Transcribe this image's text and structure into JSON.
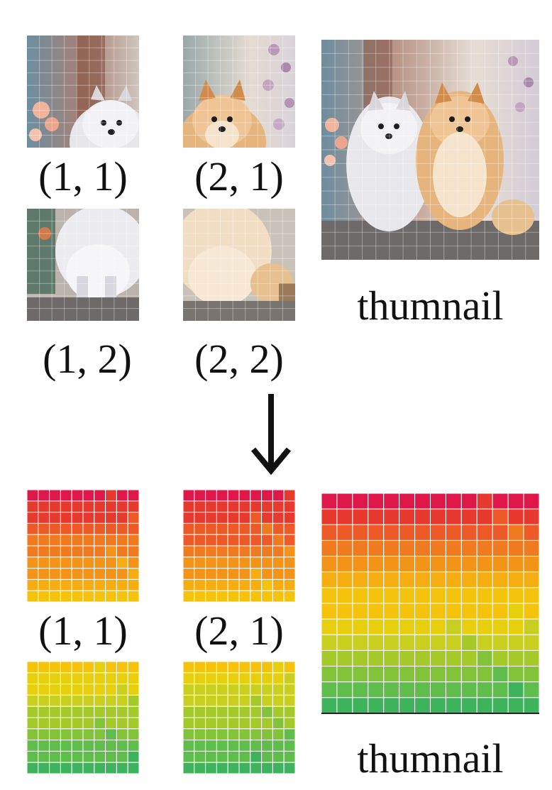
{
  "top": {
    "labels": {
      "tile_1_1": "(1, 1)",
      "tile_2_1": "(2, 1)",
      "tile_1_2": "(1, 2)",
      "tile_2_2": "(2, 2)",
      "thumbnail": "thumnail"
    }
  },
  "bottom": {
    "labels": {
      "tile_1_1": "(1, 1)",
      "tile_2_1": "(2, 1)",
      "thumbnail": "thumnail"
    }
  },
  "colors": {
    "heat_scale": [
      "#e0184a",
      "#e8392f",
      "#ee5a27",
      "#f07a1f",
      "#f39318",
      "#f5ad12",
      "#f5c30c",
      "#e8cf0d",
      "#c9cf1e",
      "#a6c92a",
      "#82c33a",
      "#5fbd4b",
      "#3db45c"
    ],
    "arrow": "#111111"
  },
  "icons": {
    "arrow": "down-arrow-icon"
  }
}
